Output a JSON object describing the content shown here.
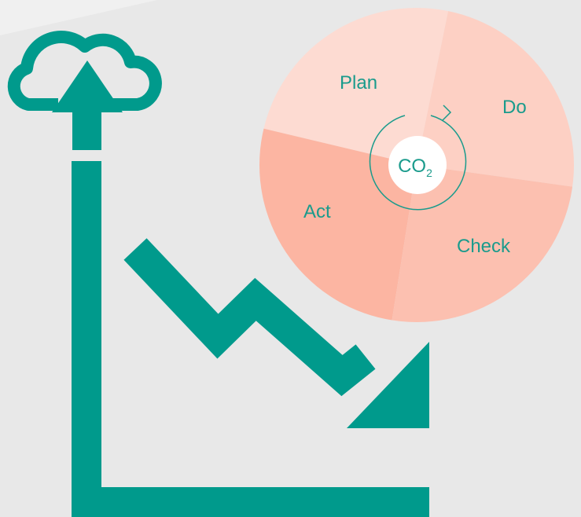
{
  "colors": {
    "background": "#e8e8e8",
    "teal": "#009a8c",
    "plan": "#fddbd2",
    "do": "#fdd0c4",
    "act": "#fcb5a2",
    "check": "#fcc0b0"
  },
  "pdca": {
    "plan": "Plan",
    "do": "Do",
    "check": "Check",
    "act": "Act"
  },
  "center": {
    "main": "CO",
    "subscript": "2"
  },
  "icons": [
    "cloud-upload-icon",
    "downward-trend-arrow-icon",
    "cycle-arrow-icon"
  ]
}
